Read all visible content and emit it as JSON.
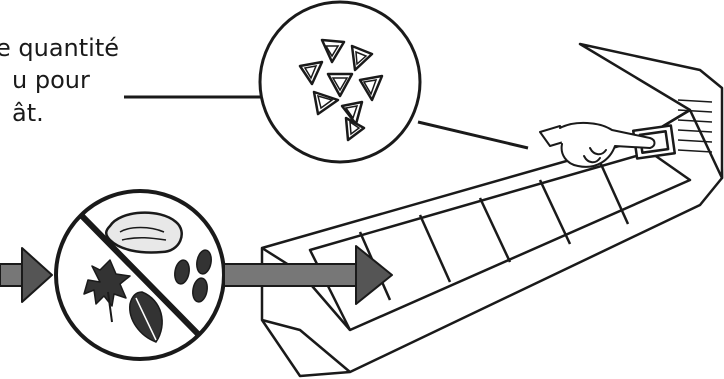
{
  "caption": {
    "line1": "e quantité",
    "line2": "u pour",
    "line3": "ât."
  },
  "icons": {
    "pellets": "pellets-icon",
    "prohibited_food": "prohibited-food-icon",
    "pointing_hand": "pointing-hand-icon",
    "litter_box": "litter-box-icon"
  },
  "colors": {
    "ink": "#1a1a1a",
    "arrow": "#444444",
    "paper": "#ffffff"
  }
}
